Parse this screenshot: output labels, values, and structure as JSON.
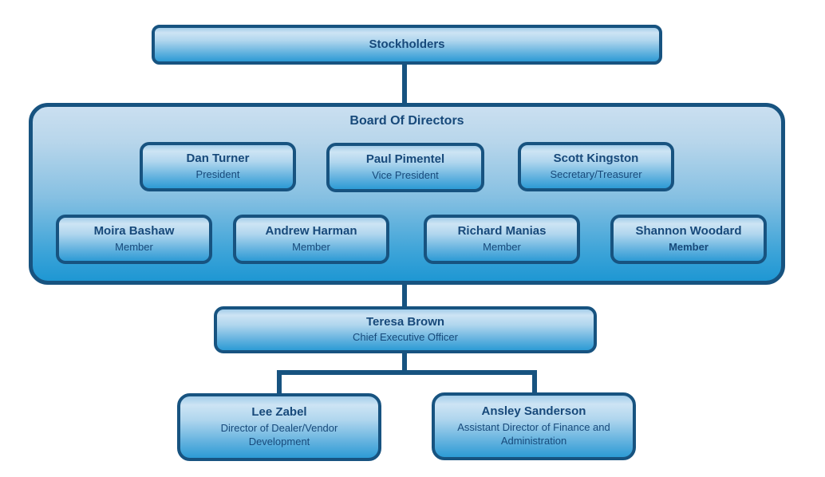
{
  "org": {
    "stockholders": {
      "label": "Stockholders"
    },
    "board": {
      "title": "Board Of Directors",
      "officers": [
        {
          "name": "Dan Turner",
          "role": "President"
        },
        {
          "name": "Paul Pimentel",
          "role": "Vice President"
        },
        {
          "name": "Scott Kingston",
          "role": "Secretary/Treasurer"
        }
      ],
      "members": [
        {
          "name": "Moira Bashaw",
          "role": "Member"
        },
        {
          "name": "Andrew Harman",
          "role": "Member"
        },
        {
          "name": "Richard Manias",
          "role": "Member"
        },
        {
          "name": "Shannon Woodard",
          "role": "Member"
        }
      ]
    },
    "ceo": {
      "name": "Teresa Brown",
      "role": "Chief Executive Officer"
    },
    "directors": [
      {
        "name": "Lee Zabel",
        "role": "Director of Dealer/Vendor Development"
      },
      {
        "name": "Ansley Sanderson",
        "role": "Assistant Director of Finance and Administration"
      }
    ],
    "colors": {
      "border": "#175380",
      "connector": "#175380",
      "text": "#17497a",
      "node_gradient_top": "#cde4f4",
      "node_gradient_bottom": "#2d9bd5",
      "container_gradient_top": "#cadff0",
      "container_gradient_bottom": "#1e97d3",
      "background": "#ffffff"
    }
  }
}
